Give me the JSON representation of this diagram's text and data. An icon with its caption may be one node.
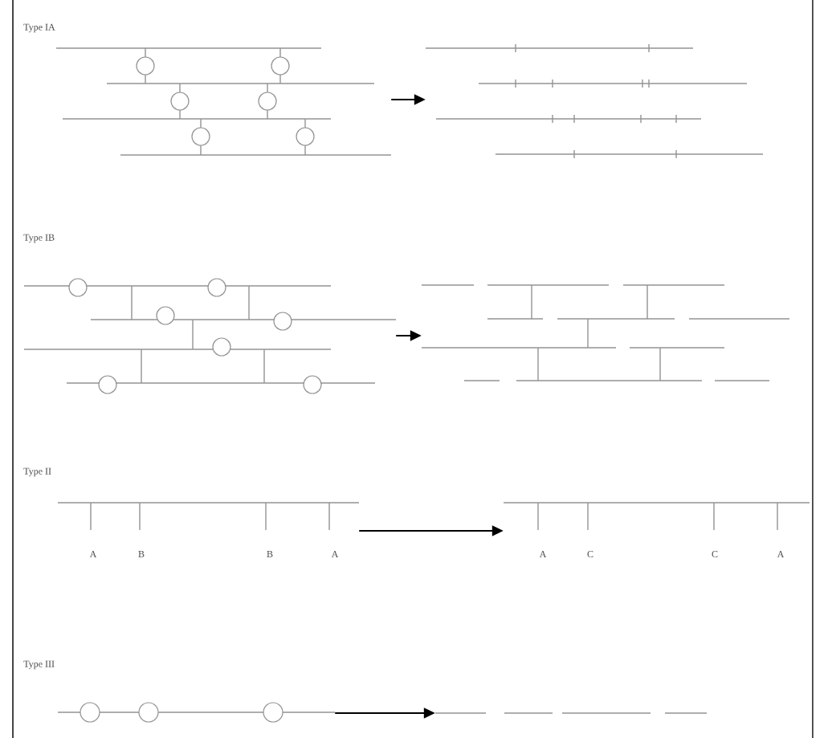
{
  "diagram": {
    "nodes": [
      {
        "text": [],
        "shape": "picture"
      },
      {
        "text": [],
        "shape": "picture"
      },
      {
        "text": [],
        "shape": "picture"
      },
      {
        "text": [],
        "shape": "picture"
      },
      {
        "text": [],
        "shape": "picture"
      },
      {
        "text": [],
        "shape": "picture"
      },
      {
        "text": [],
        "shape": "picture"
      },
      {
        "text": [],
        "shape": "picture"
      }
    ],
    "edges": [
      {
        "from": 0,
        "to": 1,
        "arrow": "to"
      },
      {
        "from": 2,
        "to": 3,
        "arrow": "to"
      },
      {
        "from": 4,
        "to": 5,
        "arrow": "to"
      },
      {
        "from": 6,
        "to": 7,
        "arrow": "to"
      }
    ],
    "labels": [
      "Type IA",
      "Type IB",
      "Type II",
      "A",
      "B",
      "B",
      "A",
      "A",
      "C",
      "C",
      "A",
      "Type III"
    ]
  }
}
